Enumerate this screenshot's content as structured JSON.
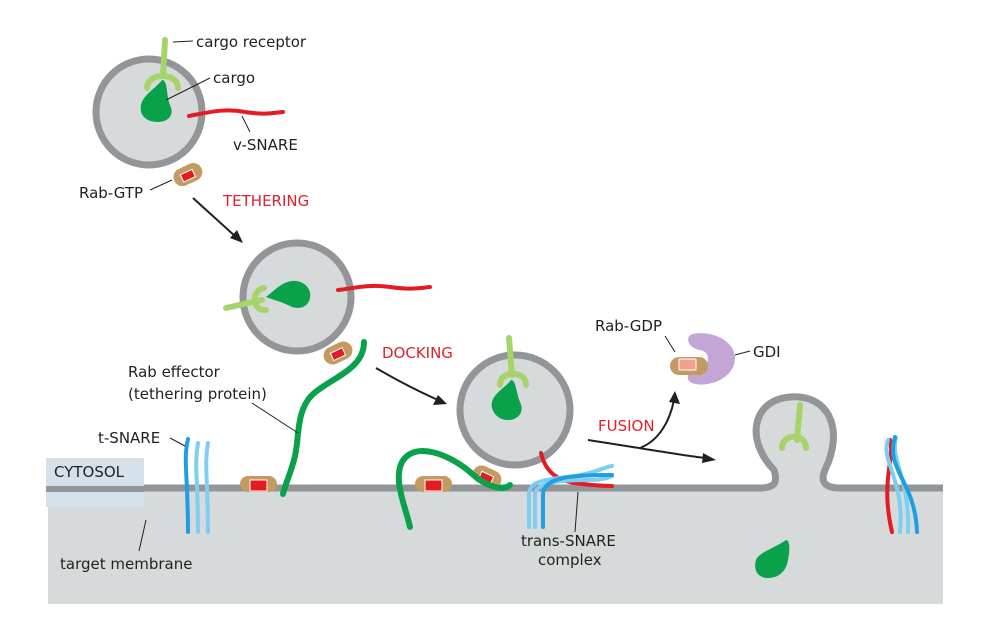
{
  "figure": {
    "labels": {
      "cargo_receptor": "cargo receptor",
      "cargo": "cargo",
      "v_snare": "v-SNARE",
      "rab_gtp": "Rab-GTP",
      "rab_effector_line1": "Rab effector",
      "rab_effector_line2": "(tethering protein)",
      "t_snare": "t-SNARE",
      "cytosol": "CYTOSOL",
      "target_membrane": "target membrane",
      "trans_snare_line1": "trans-SNARE",
      "trans_snare_line2": "complex",
      "rab_gdp": "Rab-GDP",
      "gdi": "GDI"
    },
    "steps": [
      "TETHERING",
      "DOCKING",
      "FUSION"
    ],
    "colors": {
      "membrane": "#939598",
      "lumen": "#d6dadb",
      "cargo": "#0aa14b",
      "receptor": "#a6d46a",
      "v_snare": "#e31b23",
      "t_snare_dark": "#1ea0e0",
      "t_snare_light": "#7fcdf2",
      "rab": "#c49a63",
      "gtp": "#e31b23",
      "gdp": "#f4a08e",
      "gdi": "#c4a6d6",
      "effector": "#0aa14b",
      "step_text": "#e0202e",
      "cytosol_box": "#d4e1ea"
    }
  }
}
